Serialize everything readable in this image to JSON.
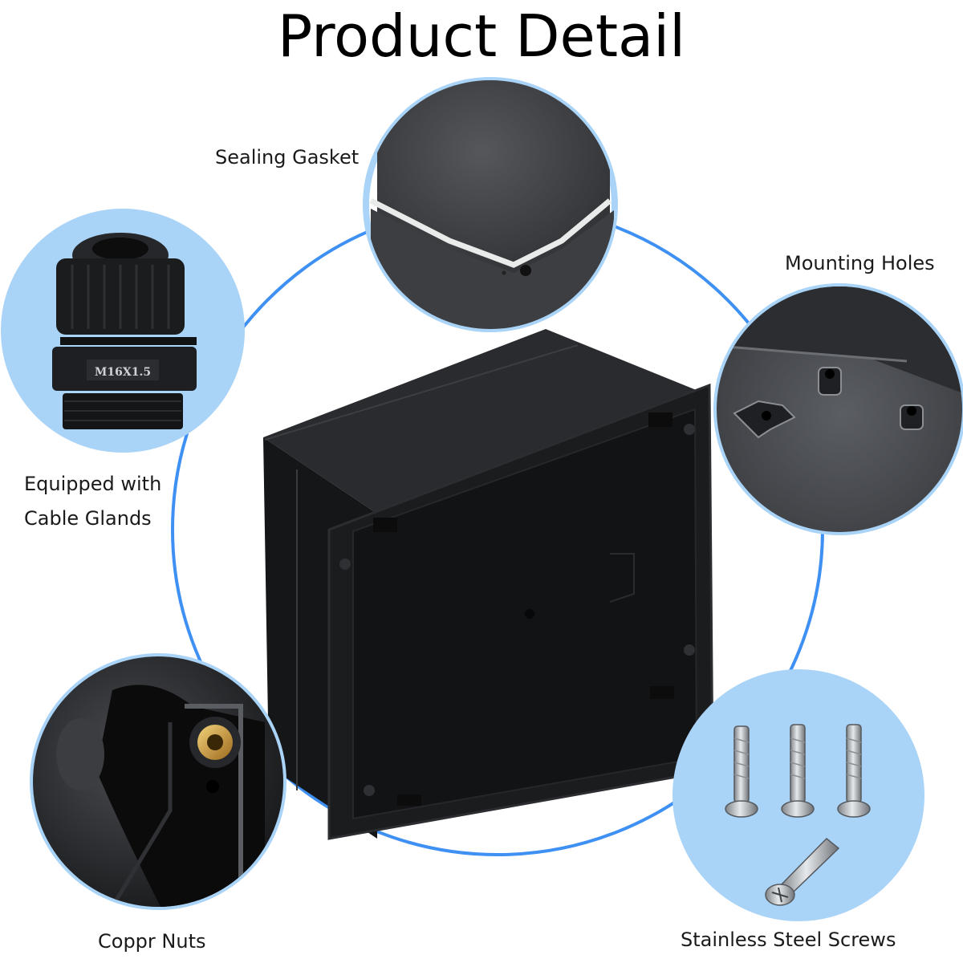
{
  "title": "Product Detail",
  "labels": {
    "sealing_gasket": "Sealing Gasket",
    "mounting_holes": "Mounting Holes",
    "cable_glands_line1": "Equipped with",
    "cable_glands_line2": "Cable Glands",
    "coppr_nuts": "Coppr Nuts",
    "screws": "Stainless Steel Screws",
    "gland_marking": "M16X1.5"
  },
  "colors": {
    "ring": "#3f90f3",
    "circle_border": "#a9d3f7",
    "circle_fill": "#ffffff",
    "enclosure": "#1b1c1e"
  }
}
